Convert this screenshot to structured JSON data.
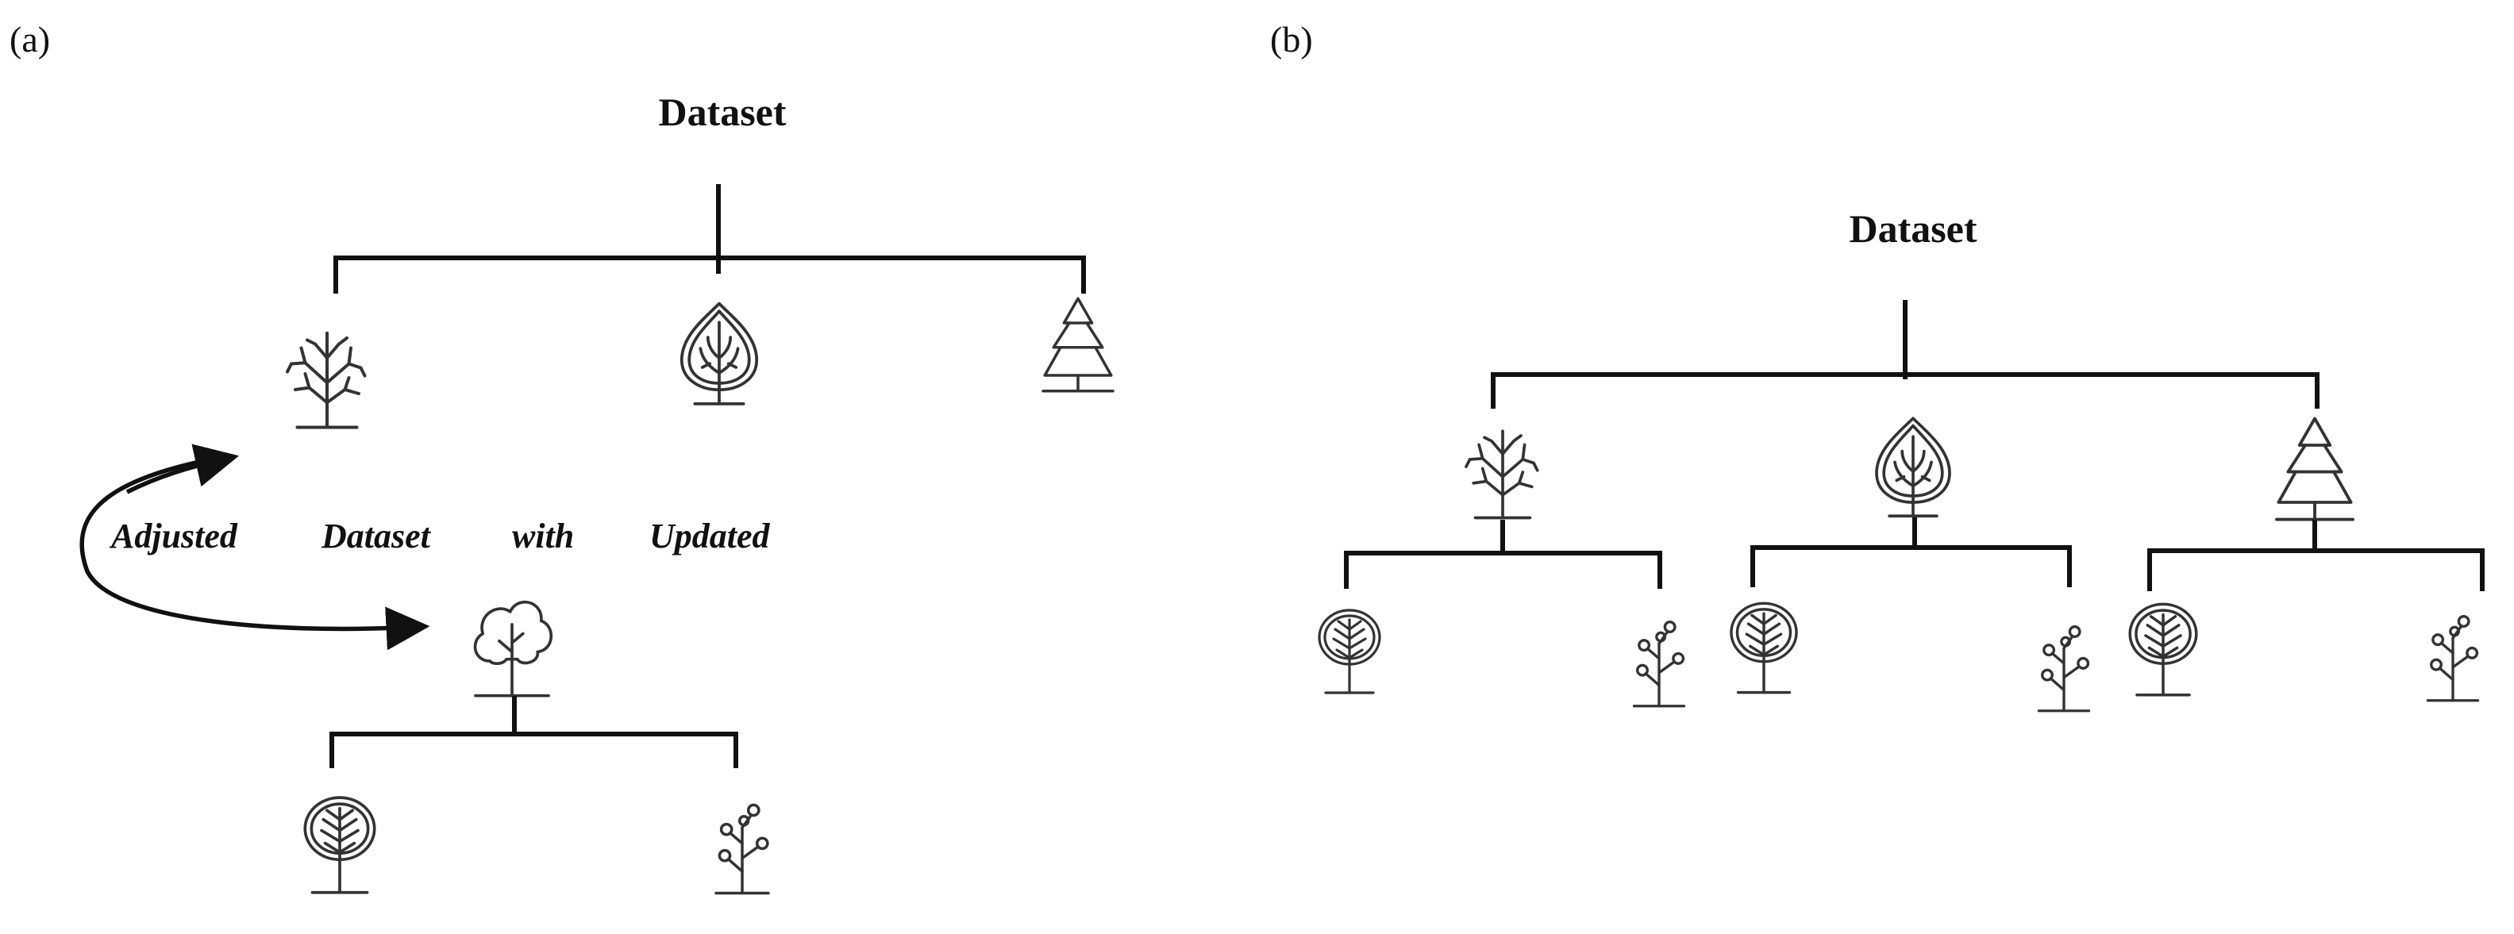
{
  "panels": {
    "a": {
      "label": "(a)",
      "root_title": "Dataset",
      "note_words": [
        "Adjusted",
        "Dataset",
        "with",
        "Updated"
      ],
      "top_level_icons": [
        "bare-branch-tree-icon",
        "leaf-shaped-tree-icon",
        "pine-tree-icon"
      ],
      "sub_tree_icon": "cloud-tree-icon",
      "sub_tree_children": [
        "round-tree-icon",
        "berry-branch-icon"
      ]
    },
    "b": {
      "label": "(b)",
      "root_title": "Dataset",
      "top_level_icons": [
        "bare-branch-tree-icon",
        "leaf-shaped-tree-icon",
        "pine-tree-icon"
      ],
      "children_per_node": [
        "round-tree-icon",
        "berry-branch-icon"
      ]
    }
  },
  "colors": {
    "ink": "#111111",
    "background": "#ffffff"
  }
}
